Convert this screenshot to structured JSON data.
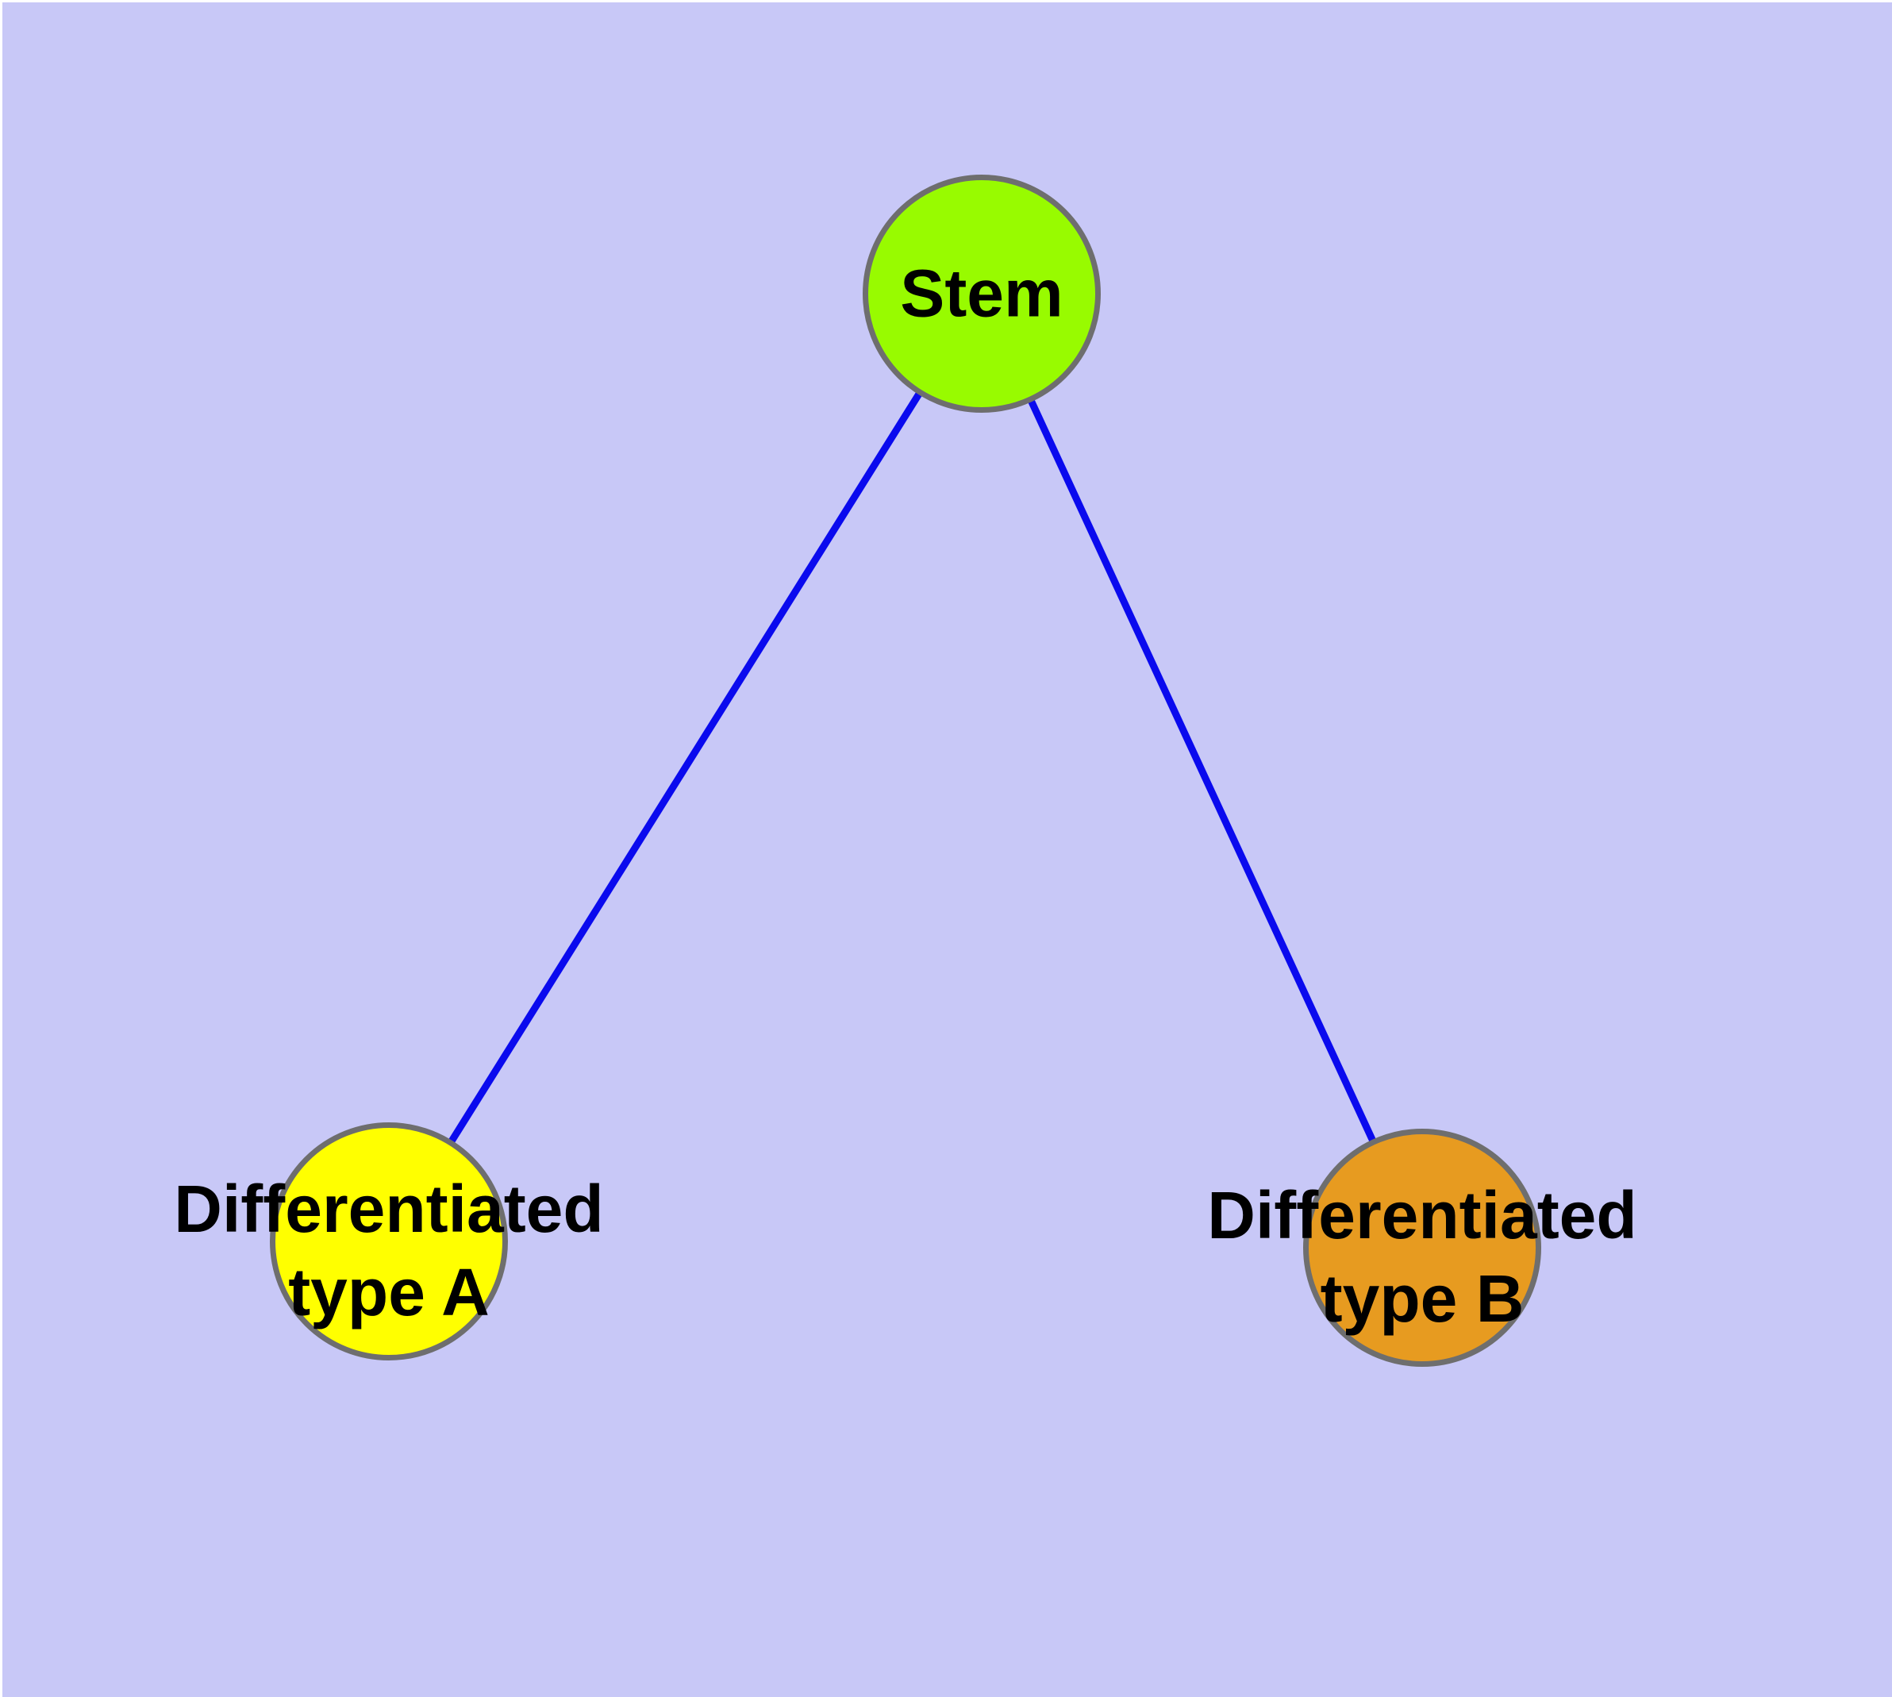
{
  "diagram": {
    "type": "graph",
    "description": "Stem cell differentiation graph with one root node and two differentiated child nodes",
    "background_color": "#c8c8f7",
    "margin_color": "#ffffff",
    "node_border_color": "#6e6e6e",
    "edge_color": "#0a0aee",
    "label_color": "#000000",
    "nodes": {
      "stem": {
        "label": "Stem",
        "fill": "#98fb00"
      },
      "type_a": {
        "label": "Differentiated type A",
        "label_line1": "Differentiated",
        "label_line2": "type A",
        "fill": "#ffff00"
      },
      "type_b": {
        "label": "Differentiated type B",
        "label_line1": "Differentiated",
        "label_line2": "type B",
        "fill": "#e79b20"
      }
    },
    "edges": [
      {
        "from": "Stem",
        "to": "Differentiated type A"
      },
      {
        "from": "Stem",
        "to": "Differentiated type B"
      }
    ]
  }
}
